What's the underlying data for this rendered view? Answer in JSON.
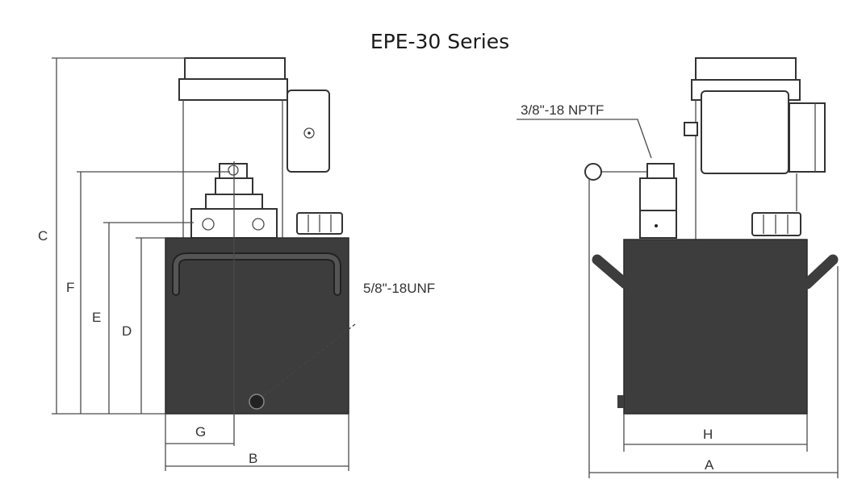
{
  "title": "EPE-30 Series",
  "left_view": {
    "dimensions": {
      "c": "C",
      "f": "F",
      "e": "E",
      "d": "D",
      "g": "G",
      "b": "B"
    },
    "port_callout": "5/8\"-18UNF"
  },
  "right_view": {
    "dimensions": {
      "h": "H",
      "a": "A"
    },
    "port_callout": "3/8\"-18 NPTF"
  },
  "colors": {
    "tank": "#3d3d3d",
    "line": "#4a4a4a"
  }
}
